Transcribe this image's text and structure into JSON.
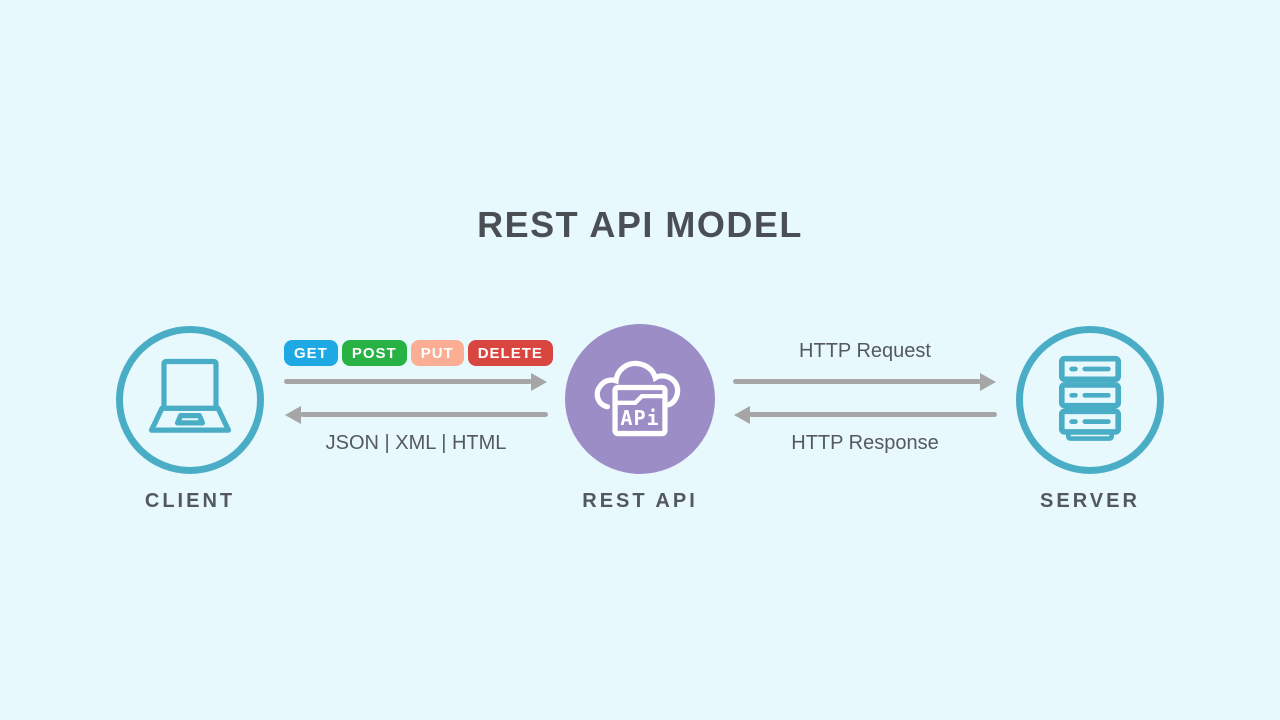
{
  "title": "REST API MODEL",
  "background_color": "#E7F9FD",
  "accent_colors": {
    "teal": "#4AADC6",
    "purple": "#9C8DC6",
    "arrow_gray": "#A6A6A6",
    "title_text": "#4A4F54",
    "body_text": "#55595E"
  },
  "nodes": {
    "client": {
      "label": "CLIENT",
      "icon": "laptop-icon"
    },
    "rest_api": {
      "label": "REST API",
      "icon": "cloud-api-icon",
      "icon_text": "APi"
    },
    "server": {
      "label": "SERVER",
      "icon": "server-rack-icon"
    }
  },
  "client_api_connection": {
    "methods": [
      {
        "label": "GET",
        "color": "#1FA9E4"
      },
      {
        "label": "POST",
        "color": "#27B243"
      },
      {
        "label": "PUT",
        "color": "#FBAE94"
      },
      {
        "label": "DELETE",
        "color": "#D9453F"
      }
    ],
    "response_formats": "JSON | XML | HTML"
  },
  "api_server_connection": {
    "request_label": "HTTP Request",
    "response_label": "HTTP Response"
  }
}
